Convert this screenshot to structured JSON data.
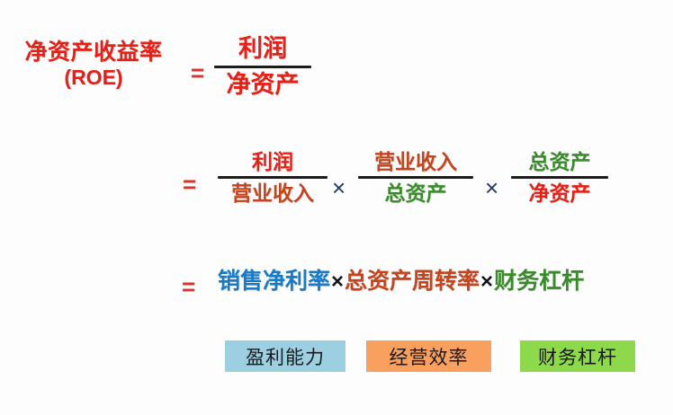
{
  "diagram": {
    "title_label": {
      "chinese": "净资产收益率",
      "english": "(ROE)"
    },
    "operators": {
      "equals": "=",
      "times": "×"
    },
    "row1": {
      "fraction": {
        "numerator": "利润",
        "denominator": "净资产"
      }
    },
    "row2": {
      "fraction1": {
        "numerator": "利润",
        "denominator": "营业收入"
      },
      "fraction2": {
        "numerator": "营业收入",
        "denominator": "总资产"
      },
      "fraction3": {
        "numerator": "总资产",
        "denominator": "净资产"
      }
    },
    "row3": {
      "term1": "销售净利率",
      "term2": "总资产周转率",
      "term3": "财务杠杆"
    },
    "categories": [
      {
        "label": "盈利能力",
        "color": "#9cd0e0"
      },
      {
        "label": "经营效率",
        "color": "#f9a05f"
      },
      {
        "label": "财务杠杆",
        "color": "#8ed94b"
      }
    ],
    "colors": {
      "red": "#e22118",
      "brick": "#c1451f",
      "green": "#3c8a2e",
      "blue": "#1b7ac4",
      "navy": "#253a63",
      "black": "#16161a",
      "background": "#fdfdfe"
    }
  }
}
